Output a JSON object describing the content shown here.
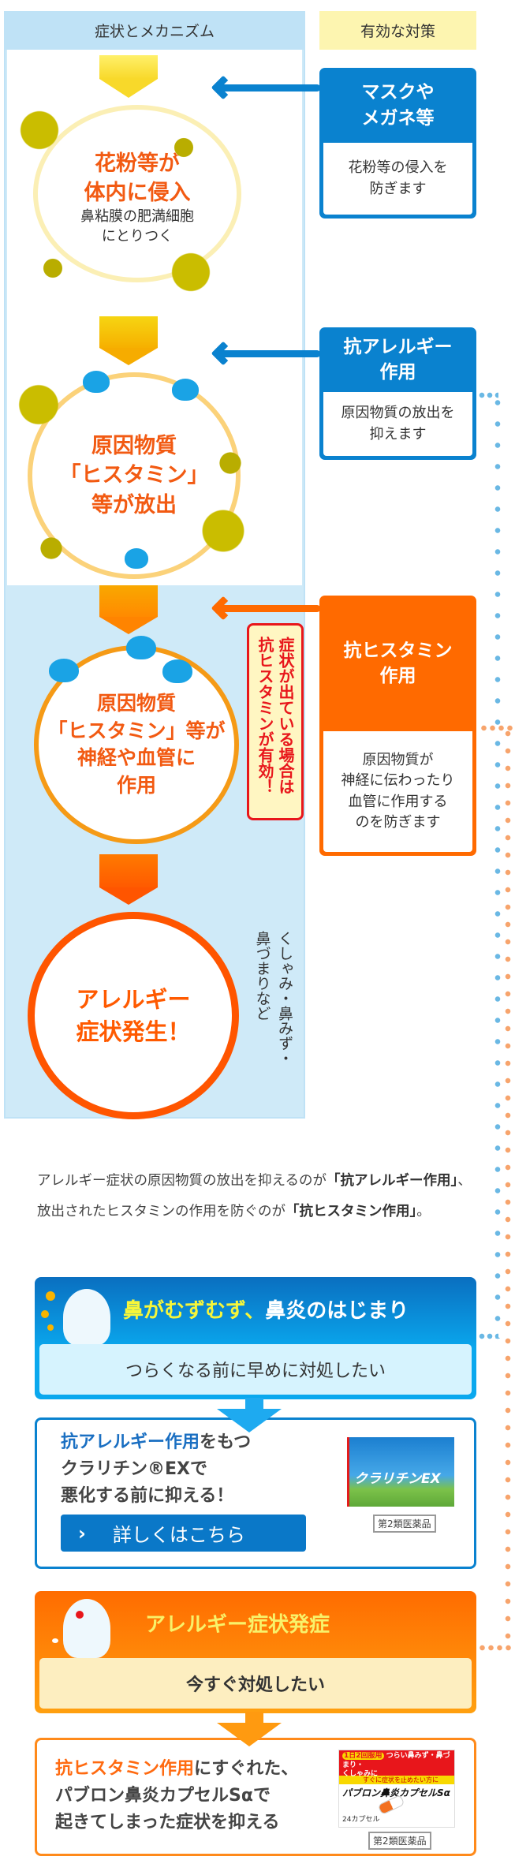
{
  "headers": {
    "mechanism": "症状とメカニズム",
    "countermeasure": "有効な対策"
  },
  "mechanism_steps": [
    {
      "title_line1": "花粉等が",
      "title_line2": "体内に侵入",
      "sub_line1": "鼻粘膜の肥満細胞",
      "sub_line2": "にとりつく"
    },
    {
      "title_line1": "原因物質",
      "title_line2": "「ヒスタミン」",
      "title_line3": "等が放出"
    },
    {
      "title_line1": "原因物質",
      "title_line2": "「ヒスタミン」等が",
      "title_line3": "神経や血管に",
      "title_line4": "作用"
    },
    {
      "title_line1": "アレルギー",
      "title_line2": "症状発生！",
      "side_note_line1": "くしゃみ・鼻みず・",
      "side_note_line2": "鼻づまりなど"
    }
  ],
  "countermeasures": [
    {
      "title_line1": "マスクや",
      "title_line2": "メガネ等",
      "desc_line1": "花粉等の侵入を",
      "desc_line2": "防ぎます",
      "color": "#0a82cf"
    },
    {
      "title_line1": "抗アレルギー",
      "title_line2": "作用",
      "desc_line1": "原因物質の放出を",
      "desc_line2": "抑えます",
      "color": "#0a82cf"
    },
    {
      "title_line1": "抗ヒスタミン",
      "title_line2": "作用",
      "desc_line1": "原因物質が",
      "desc_line2": "神経に伝わったり",
      "desc_line3": "血管に作用する",
      "desc_line4": "のを防ぎます",
      "color": "#ff6a00"
    }
  ],
  "callout": {
    "line1": "症状が出ている場合は",
    "line2": "抗ヒスタミンが有効！"
  },
  "summary": {
    "part1": "アレルギー症状の原因物質の放出を抑えるのが",
    "bold1": "「抗アレルギー作用」",
    "part2": "、放出されたヒスタミンの作用を防ぐのが",
    "bold2": "「抗ヒスタミン作用」",
    "part3": "。"
  },
  "section_early": {
    "banner_highlight": "鼻がむずむず、",
    "banner_rest": "鼻炎のはじまり",
    "subtitle": "つらくなる前に早めに対処したい",
    "product_highlight": "抗アレルギー作用",
    "product_line1_rest": "をもつ",
    "product_line2": "クラリチン®EXで",
    "product_line3": "悪化する前に抑える！",
    "button_label": "詳しくはこちら",
    "product_name": "クラリチンEX",
    "product_category": "第2類医薬品"
  },
  "section_now": {
    "banner": "アレルギー症状発症",
    "subtitle": "今すぐ対処したい",
    "product_highlight": "抗ヒスタミン作用",
    "product_line1_rest": "にすぐれた、",
    "product_line2": "パブロン鼻炎カプセルSαで",
    "product_line3": "起きてしまった症状を抑える",
    "product_name": "パブロン鼻炎カプセルSα",
    "product_pack_badge": "1日2回服用",
    "product_pack_line1": "つらい鼻みず・鼻づまり・",
    "product_pack_line2": "くしゃみに",
    "product_pack_note": "すぐに症状を止めたい方に",
    "product_count": "24カプセル",
    "product_category": "第2類医薬品"
  },
  "colors": {
    "blue": "#0a82cf",
    "orange": "#ff6a00",
    "text_orange": "#f25a12",
    "panel_blue": "#cfeaf8",
    "header_yellow": "#fdf5b0"
  }
}
